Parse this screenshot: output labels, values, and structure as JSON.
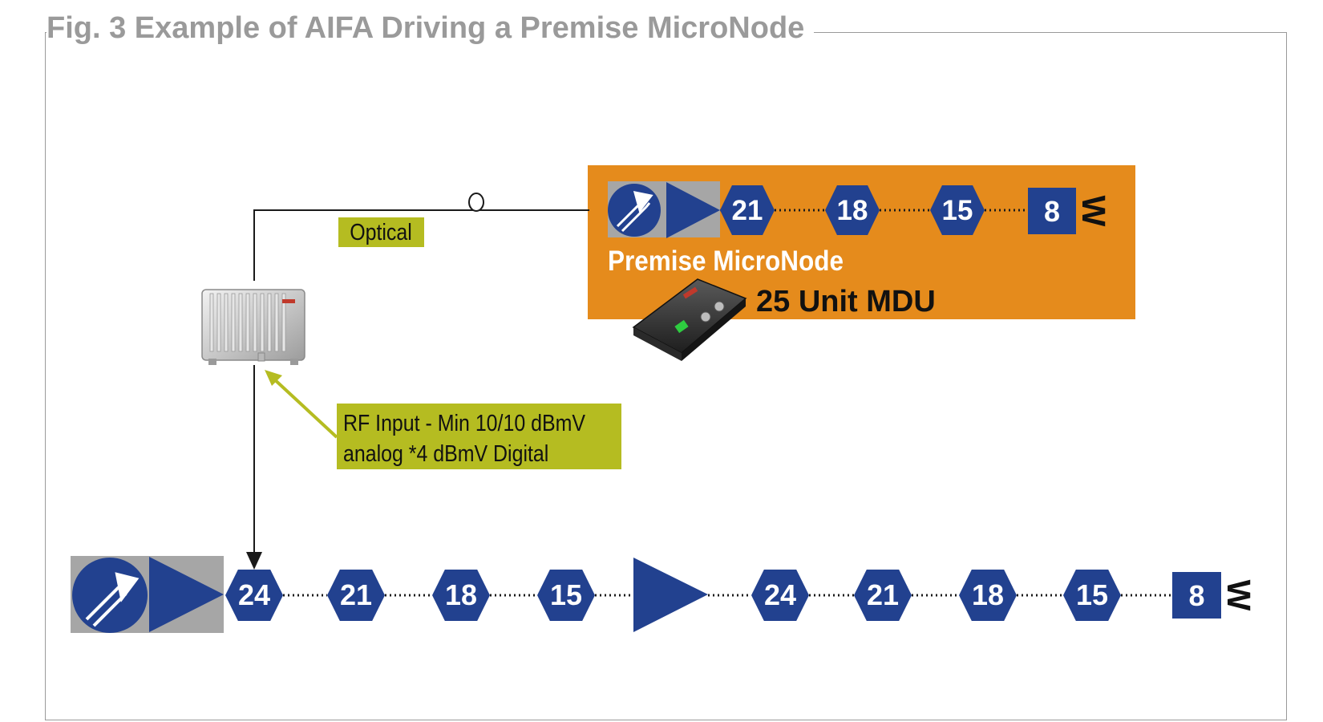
{
  "figure": {
    "title": "Fig. 3  Example of AIFA Driving a Premise MicroNode"
  },
  "labels": {
    "optical": "Optical",
    "rf_input_line1": "RF Input - Min 10/10 dBmV",
    "rf_input_line2": "analog *4 dBmV Digital",
    "premise_micronode": "Premise MicroNode",
    "mdu": "25 Unit MDU"
  },
  "top_chain": {
    "nodes": [
      "21",
      "18",
      "15"
    ],
    "terminal": "8",
    "end_symbol": "W"
  },
  "bottom_chain": {
    "nodes_first": [
      "24",
      "21",
      "18",
      "15"
    ],
    "nodes_second": [
      "24",
      "21",
      "18",
      "15"
    ],
    "terminal": "8",
    "end_symbol": "W"
  },
  "colors": {
    "navy": "#22418f",
    "orange": "#e58b1c",
    "olive": "#b5bc21",
    "grey": "#a6a6a6",
    "title_grey": "#9a9a9a"
  }
}
